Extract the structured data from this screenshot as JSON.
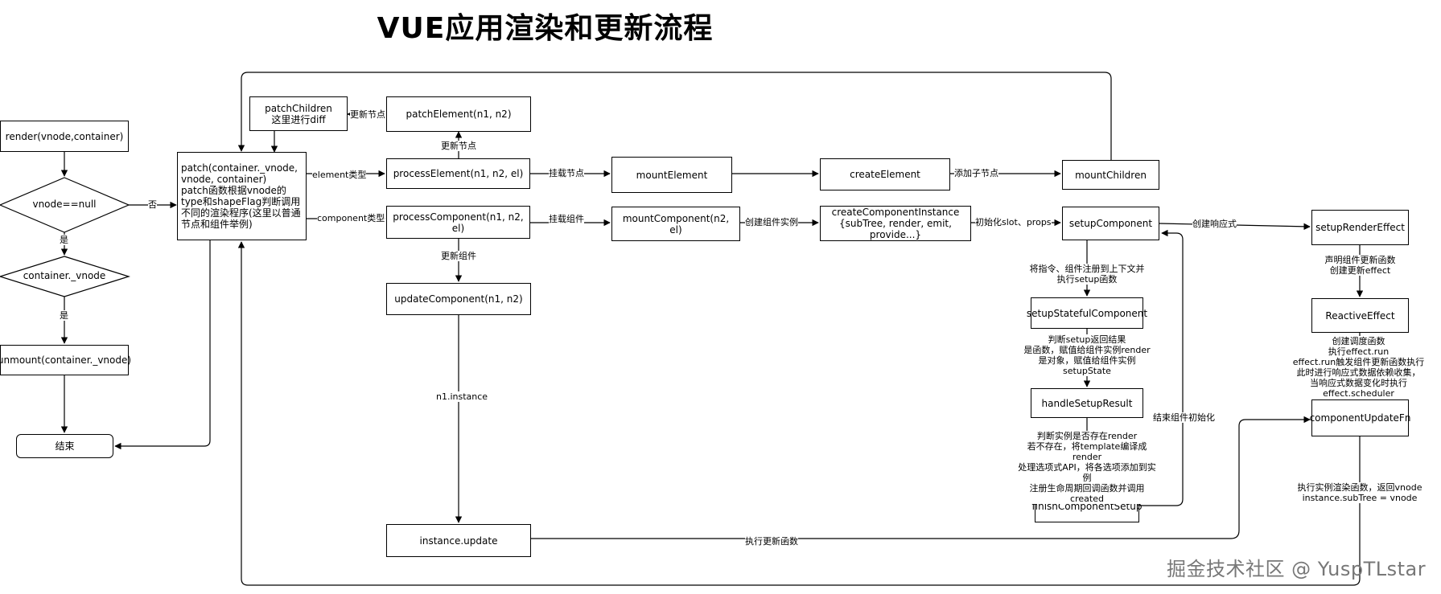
{
  "title": "VUE应用渲染和更新流程",
  "watermark": "掘金技术社区 @ YuspTLstar",
  "nodes": {
    "render": "render(vnode,container)",
    "vnode_null": "vnode==null",
    "container_vnode": "container._vnode",
    "unmount": "unmount(container._vnode)",
    "end": "结束",
    "patch": "patch(container._vnode, vnode, container)\npatch函数根据vnode的type和shapeFlag判断调用不同的渲染程序(这里以普通节点和组件举例)",
    "patch_children": "patchChildren\n这里进行diff",
    "patch_element": "patchElement(n1, n2)",
    "process_element": "processElement(n1, n2, el)",
    "process_component": "processComponent(n1, n2, el)",
    "update_component": "updateComponent(n1, n2)",
    "instance_update": "instance.update",
    "mount_element": "mountElement",
    "create_element": "createElement",
    "mount_children": "mountChildren",
    "mount_component": "mountComponent(n2, el)",
    "create_component_instance": "createComponentInstance\n{subTree, render, emit, provide...}",
    "setup_component": "setupComponent",
    "setup_stateful_component": "setupStatefulComponent",
    "handle_setup_result": "handleSetupResult",
    "finish_component_setup": "finishComponentSetup",
    "setup_render_effect": "setupRenderEffect",
    "reactive_effect": "ReactiveEffect",
    "component_update_fn": "componentUpdateFn"
  },
  "edge_labels": {
    "no": "否",
    "yes1": "是",
    "yes2": "是",
    "element_type": "element类型",
    "component_type": "component类型",
    "update_node_left": "更新节点",
    "update_node_up": "更新节点",
    "mount_node": "挂载节点",
    "mount_component": "挂载组件",
    "update_component": "更新组件",
    "n1_instance": "n1.instance",
    "add_child": "添加子节点",
    "create_instance": "创建组件实例",
    "init_slot_props": "初始化slot、props",
    "create_reactive": "创建响应式",
    "register_directives": "将指令、组件注册到上下文并\n执行setup函数",
    "judge_setup": "判断setup返回结果\n是函数，赋值给组件实例render\n是对象，赋值给组件实例setupState",
    "judge_render": "判断实例是否存在render\n若不存在，将template编译成render\n处理选项式API，将各选项添加到实例\n注册生命周期回调函数并调用created",
    "end_init": "结束组件初始化",
    "declare_update": "声明组件更新函数\n创建更新effect",
    "create_scheduler": "创建调度函数\n执行effect.run\neffect.run触发组件更新函数执行\n此时进行响应式数据依赖收集，\n当响应式数据变化时执行effect.scheduler",
    "exec_render": "执行实例渲染函数，返回vnode\ninstance.subTree = vnode",
    "exec_update": "执行更新函数"
  }
}
